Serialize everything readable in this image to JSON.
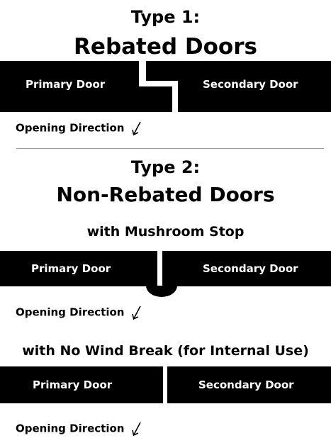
{
  "type1": {
    "heading": "Type 1:",
    "title": "Rebated Doors",
    "primary_label": "Primary Door",
    "secondary_label": "Secondary Door",
    "opening_direction": "Opening Direction"
  },
  "type2": {
    "heading": "Type 2:",
    "title": "Non-Rebated Doors",
    "mushroom": {
      "subtitle": "with Mushroom Stop",
      "primary_label": "Primary Door",
      "secondary_label": "Secondary Door",
      "opening_direction": "Opening Direction"
    },
    "no_wind_break": {
      "subtitle": "with No Wind Break (for Internal Use)",
      "primary_label": "Primary Door",
      "secondary_label": "Secondary Door",
      "opening_direction": "Opening Direction"
    }
  },
  "colors": {
    "door_fill": "#000000",
    "label_text": "#ffffff",
    "background": "#ffffff"
  },
  "icons": {
    "opening_arrow": "arrow-down-left-icon"
  }
}
